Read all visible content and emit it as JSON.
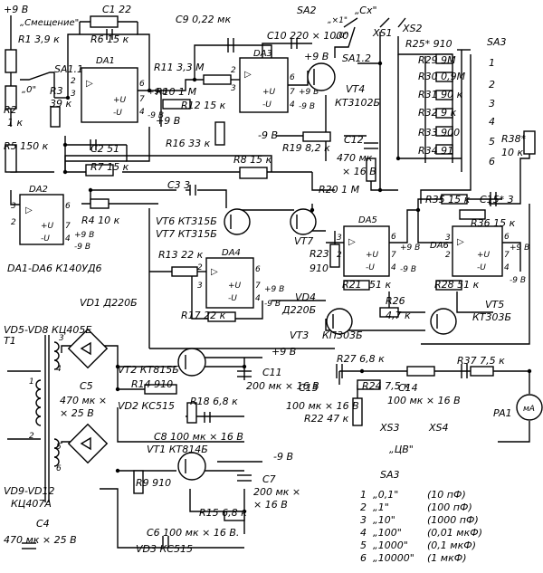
{
  "supply": {
    "pos9": "+9 В",
    "neg9": "-9 В"
  },
  "ic_names": {
    "da1": "DA1",
    "da2": "DA2",
    "da3": "DA3",
    "da4": "DA4",
    "da5": "DA5",
    "da6": "DA6"
  },
  "ic_note": "DA1-DA6  К140УД6",
  "amp_sym": "▷",
  "pins": {
    "p2": "2",
    "p3": "3",
    "p4": "4",
    "p6": "6",
    "p7": "7",
    "plus_u": "+U",
    "minus_u": "-U"
  },
  "bias": {
    "title": "„Смещение\"",
    "zero": "„0\""
  },
  "switches": {
    "sa11": "SA1.1",
    "sa12": "SA1.2",
    "sa2": "SA2",
    "sa2_x1": "„×1\"",
    "sa2_0": "„0\"",
    "sa3": "SA3",
    "cx": "„Cx\"",
    "cv": "„ЦВ\""
  },
  "resistors": {
    "r1": "R1  3,9 к",
    "r2": "R2",
    "r2v": "1 к",
    "r3": "R3",
    "r3v": "39 к",
    "r4": "R4  10 к",
    "r5": "R5  150 к",
    "r6": "R6  15 к",
    "r7": "R7  15 к",
    "r8": "R8  15 к",
    "r9": "R9  910",
    "r10": "R10  1 М",
    "r11": "R11  3,3 М",
    "r12": "R12  15 к",
    "r13": "R13  22 к",
    "r14": "R14  910",
    "r15": "R15  6,8 к",
    "r16": "R16  33 к",
    "r17": "R17  22 к",
    "r18": "R18  6,8 к",
    "r19": "R19  8,2 к",
    "r20": "R20  1 М",
    "r21": "R21",
    "r21v": "51 к",
    "r22": "R22  47 к",
    "r23": "R23",
    "r23v": "910",
    "r24": "R24  7,5 к",
    "r25": "R25* 910",
    "r26": "R26",
    "r26v": "4,7 к",
    "r27": "R27  6,8 к",
    "r28": "R28  51 к",
    "r29": "R29  9М",
    "r30": "R30  0,9М",
    "r31": "R31  90 к",
    "r32": "R32  9 к",
    "r33": "R33  900",
    "r34": "R34  91",
    "r35": "R35  15 к",
    "r36": "R36  15 к",
    "r37": "R37  7,5 к",
    "r38": "R38*",
    "r38v": "10 к"
  },
  "capacitors": {
    "c1": "C1  22",
    "c2": "C2  51",
    "c3": "C3  3",
    "c4": "C4",
    "c4v": "470 мк × 25 В",
    "c5": "C5",
    "c5v": "470 мк ×",
    "c5v2": "× 25 В",
    "c6": "C6  100 мк × 16 В.",
    "c7": "C7",
    "c7v": "200 мк ×",
    "c7v2": "× 16 В",
    "c8": "C8  100 мк × 16 В",
    "c9": "C9  0,22 мк",
    "c10": "C10  220 × 1000",
    "c11": "C11",
    "c11v": "200 мк × 16 В",
    "c12": "C12",
    "c12v": "470 мк",
    "c12v2": "× 16 В",
    "c13": "C13",
    "c13v": "100 мк × 16 В",
    "c14": "C14",
    "c14v": "100 мк × 16 В",
    "c15": "C15* 3"
  },
  "semis": {
    "vt1": "VT1  КТ814Б",
    "vt2": "VT2  КТ815Б",
    "vt3": "VT3",
    "vt3v": "КП303Б",
    "vt4": "VT4",
    "vt4v": "КТ3102Б",
    "vt5": "VT5",
    "vt5v": "КТ303Б",
    "vt6": "VT6  КТ315Б",
    "vt7": "VT7  КТ315Б",
    "vt7b": "VT7",
    "vd1": "VD1  Д220Б",
    "vd2": "VD2  КС515",
    "vd3": "VD3  КС515",
    "vd4": "VD4",
    "vd4v": "Д220Б",
    "vd58": "VD5-VD8  КЦ405Е",
    "vd912": "VD9-VD12",
    "vd912v": "КЦ407А",
    "pa1": "PA1",
    "ma": "мА",
    "t1": "T1"
  },
  "connectors": {
    "xs1": "XS1",
    "xs2": "XS2",
    "xs3": "XS3",
    "xs4": "XS4"
  },
  "sa3_positions": [
    "1",
    "2",
    "3",
    "4",
    "5",
    "6"
  ],
  "transformer_pins": {
    "t1": "1",
    "t2": "2",
    "t3": "3",
    "t4": "4",
    "t5": "5",
    "t6": "6"
  },
  "sa3_table": {
    "title": "SA3",
    "rows": [
      {
        "n": "1",
        "label": "„0,1\"",
        "value": "(10 пФ)"
      },
      {
        "n": "2",
        "label": "„1\"",
        "value": "(100 пФ)"
      },
      {
        "n": "3",
        "label": "„10\"",
        "value": "(1000 пФ)"
      },
      {
        "n": "4",
        "label": "„100\"",
        "value": "(0,01 мкФ)"
      },
      {
        "n": "5",
        "label": "„1000\"",
        "value": "(0,1 мкФ)"
      },
      {
        "n": "6",
        "label": "„10000\"",
        "value": "(1 мкФ)"
      }
    ]
  }
}
